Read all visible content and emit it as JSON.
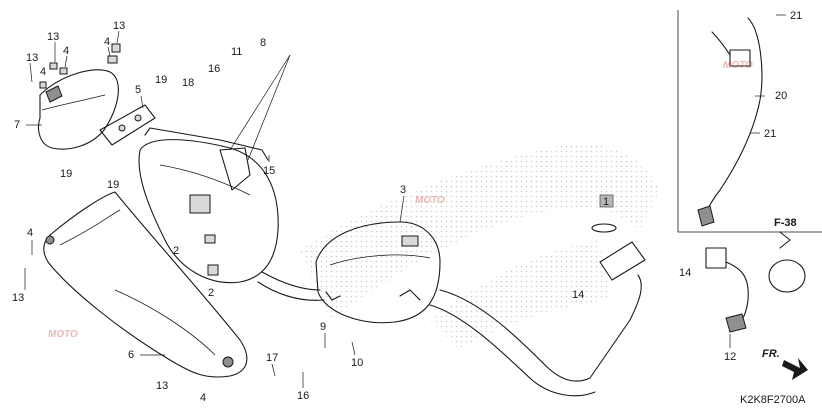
{
  "diagram": {
    "code": "K2K8F2700A",
    "ref_box_label": "F-38",
    "front_label": "FR.",
    "watermark": "MOTO",
    "boxed_callout": "1",
    "callouts": [
      {
        "id": "c13a",
        "text": "13"
      },
      {
        "id": "c13b",
        "text": "13"
      },
      {
        "id": "c4a",
        "text": "4"
      },
      {
        "id": "c4b",
        "text": "4"
      },
      {
        "id": "c4c",
        "text": "4"
      },
      {
        "id": "c13c",
        "text": "13"
      },
      {
        "id": "c7",
        "text": "7"
      },
      {
        "id": "c5",
        "text": "5"
      },
      {
        "id": "c19a",
        "text": "19"
      },
      {
        "id": "c19b",
        "text": "19"
      },
      {
        "id": "c19c",
        "text": "19"
      },
      {
        "id": "c18",
        "text": "18"
      },
      {
        "id": "c16a",
        "text": "16"
      },
      {
        "id": "c11",
        "text": "11"
      },
      {
        "id": "c8",
        "text": "8"
      },
      {
        "id": "c15",
        "text": "15"
      },
      {
        "id": "c2a",
        "text": "2"
      },
      {
        "id": "c2b",
        "text": "2"
      },
      {
        "id": "c3",
        "text": "3"
      },
      {
        "id": "c4d",
        "text": "4"
      },
      {
        "id": "c13d",
        "text": "13"
      },
      {
        "id": "c6",
        "text": "6"
      },
      {
        "id": "c9",
        "text": "9"
      },
      {
        "id": "c10",
        "text": "10"
      },
      {
        "id": "c17",
        "text": "17"
      },
      {
        "id": "c16b",
        "text": "16"
      },
      {
        "id": "c13e",
        "text": "13"
      },
      {
        "id": "c4e",
        "text": "4"
      },
      {
        "id": "c14a",
        "text": "14"
      },
      {
        "id": "c14b",
        "text": "14"
      },
      {
        "id": "c12",
        "text": "12"
      },
      {
        "id": "c21a",
        "text": "21"
      },
      {
        "id": "c20",
        "text": "20"
      },
      {
        "id": "c21b",
        "text": "21"
      }
    ]
  }
}
